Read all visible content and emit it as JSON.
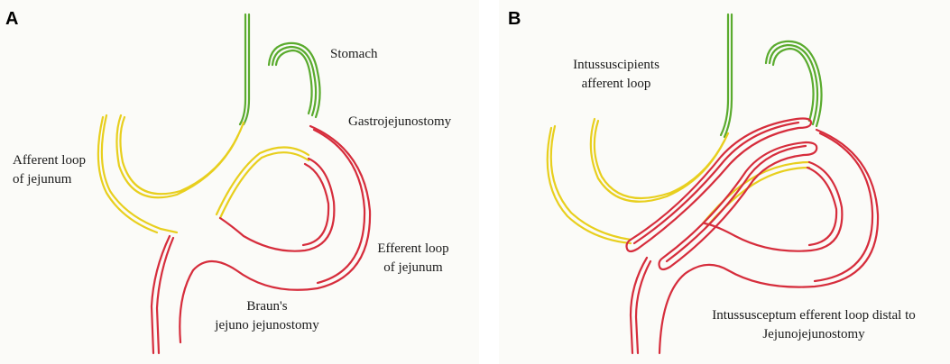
{
  "panels": [
    {
      "id": "A",
      "labels": {
        "stomach": "Stomach",
        "gastrojejunostomy": "Gastrojejunostomy",
        "afferent_1": "Afferent loop",
        "afferent_2": "of jejunum",
        "efferent_1": "Efferent loop",
        "efferent_2": "of jejunum",
        "braun_1": "Braun's",
        "braun_2": "jejuno jejunostomy"
      }
    },
    {
      "id": "B",
      "labels": {
        "intus_afferent_1": "Intussuscipients",
        "intus_afferent_2": "afferent loop",
        "intus_efferent_1": "Intussusceptum efferent loop distal to",
        "intus_efferent_2": "Jejunojejunostomy"
      }
    }
  ],
  "colors": {
    "stomach": "#5aab2e",
    "afferent": "#e8cf1e",
    "efferent": "#d62d3c"
  }
}
